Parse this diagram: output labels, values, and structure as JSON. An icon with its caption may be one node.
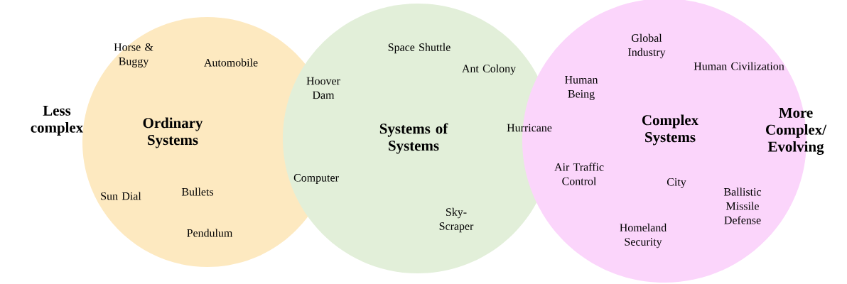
{
  "diagram": {
    "nodes": [
      {
        "text": [
          "Ordinary Systems"
        ]
      },
      {
        "text": [
          "Systems of Systems"
        ]
      },
      {
        "text": [
          "Complex Systems"
        ]
      }
    ],
    "labels": [
      "Less complex",
      "Horse & Buggy",
      "Automobile",
      "Sun Dial",
      "Bullets",
      "Pendulum",
      "Space Shuttle",
      "Ant Colony",
      "Hoover Dam",
      "Hurricane",
      "Computer",
      "Sky-Scraper",
      "Global Industry",
      "Human Civilization",
      "Human Being",
      "Air Traffic Control",
      "City",
      "Ballistic Missile Defense",
      "Homeland Security",
      "More Complex/ Evolving"
    ]
  }
}
